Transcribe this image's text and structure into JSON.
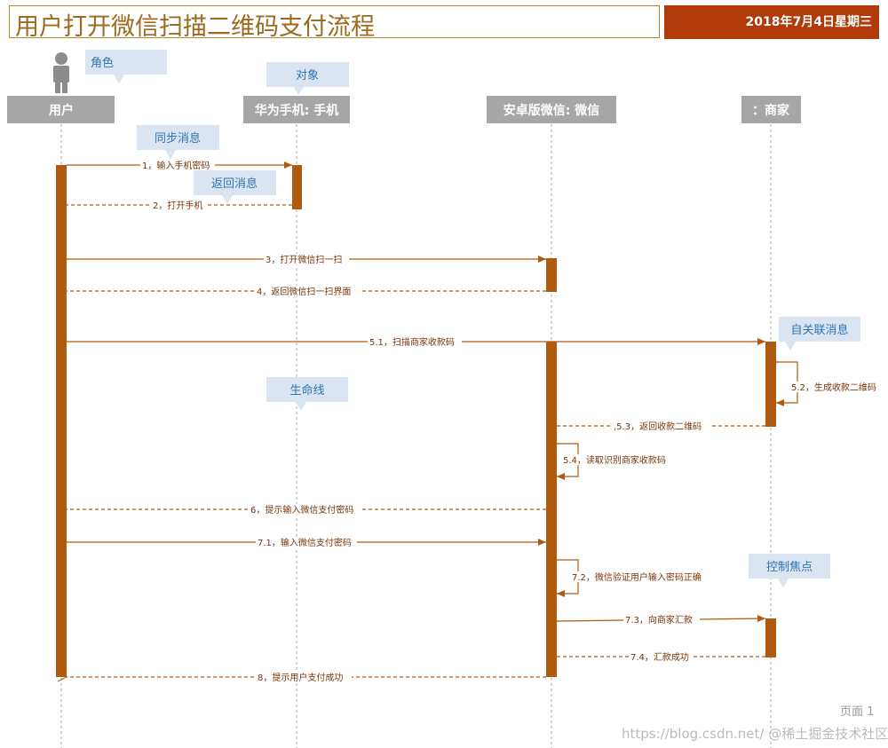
{
  "title": "用户打开微信扫描二维码支付流程",
  "date": "2018年7月4日星期三",
  "callouts": {
    "role": "角色",
    "object": "对象",
    "sync": "同步消息",
    "ret": "返回消息",
    "self": "自关联消息",
    "lifeline": "生命线",
    "focus": "控制焦点"
  },
  "participants": [
    "用户",
    "华为手机: 手机",
    "安卓版微信: 微信",
    "：商家"
  ],
  "messages": {
    "m1": "1，输入手机密码",
    "m2": "2，打开手机",
    "m3": "3，打开微信扫一扫",
    "m4": "4，返回微信扫一扫界面",
    "m51": "5.1，扫描商家收款码",
    "m52": "5.2，生成收款二维码",
    "m53": ",5.3，返回收款二维码",
    "m54": "5.4，读取识别商家收款码",
    "m6": "6，提示输入微信支付密码",
    "m71": "7.1，输入微信支付密码",
    "m72": "7.2，微信验证用户输入密码正确",
    "m73": "7.3，向商家汇款",
    "m74": "7.4，汇款成功",
    "m8": "8，提示用户支付成功"
  },
  "page_label": "页面 1",
  "watermark": "https://blog.csdn.net/ @稀土掘金技术社区",
  "colors": {
    "accent": "#b05a10",
    "header_bg": "#a6a6a6",
    "callout_bg": "#dbe5f1",
    "callout_text": "#2e75b6",
    "title_border": "#b08a2e",
    "date_bg": "#b03a0a"
  }
}
